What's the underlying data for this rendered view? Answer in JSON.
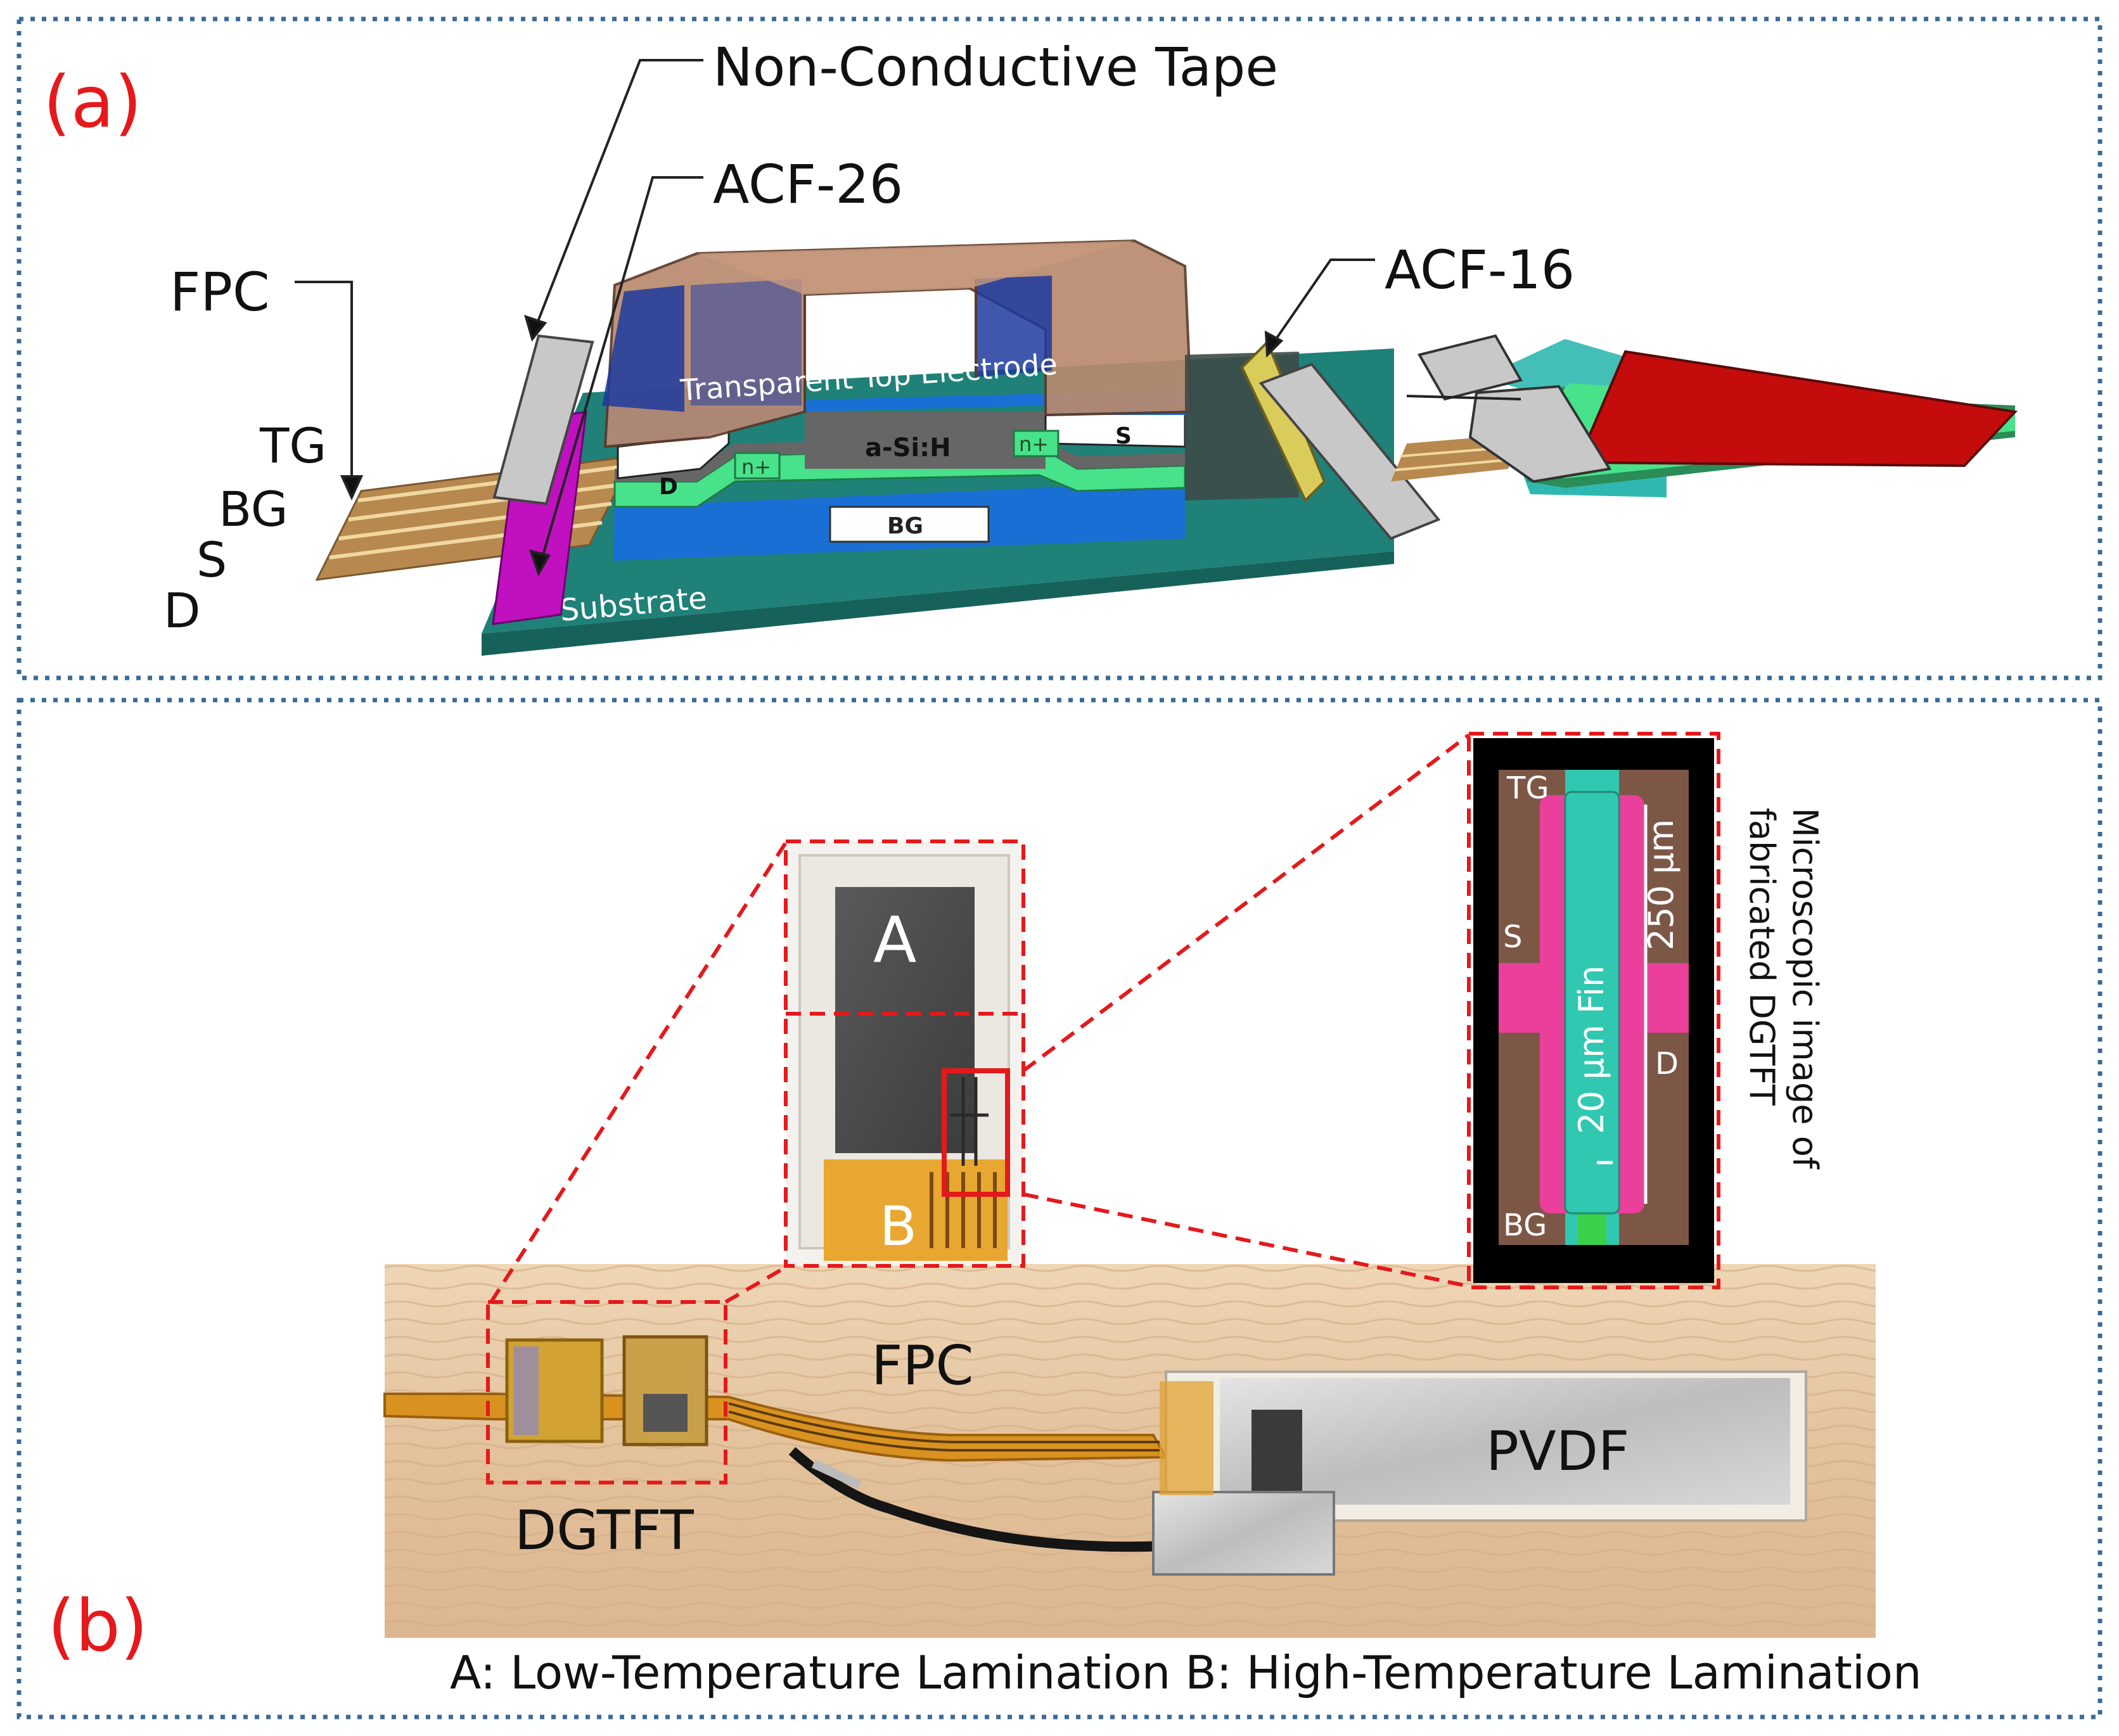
{
  "panel_a": {
    "label": "(a)",
    "callouts": {
      "non_conductive_tape": "Non-Conductive Tape",
      "acf26": "ACF-26",
      "acf16": "ACF-16",
      "fpc": "FPC",
      "tg": "TG",
      "bg": "BG",
      "s": "S",
      "d": "D"
    },
    "device": {
      "top_electrode": "Transparent Top Electrode",
      "channel": "a-Si:H",
      "source": "S",
      "drain": "D",
      "n_plus_left": "n+",
      "n_plus_right": "n+",
      "bottom_gate": "BG",
      "substrate": "Substrate"
    },
    "colors": {
      "substrate": "#1f8178",
      "electrode": "#b98a6e",
      "blue": "#1a6fd4",
      "dark_blue": "#1d3a9e",
      "green": "#48e28a",
      "pvdf_red": "#c40c0c",
      "fpc_gold": "#b7894e",
      "acf": "#d9cc5a",
      "tape": "#c8c8c8",
      "magenta": "#c010c0"
    }
  },
  "panel_b": {
    "label": "(b)",
    "photo_labels": {
      "fpc": "FPC",
      "pvdf": "PVDF",
      "dgtft": "DGTFT",
      "a": "A",
      "b": "B"
    },
    "micro": {
      "tg": "TG",
      "s": "S",
      "d": "D",
      "bg": "BG",
      "length": "250 µm",
      "fin": "20 µm Fin",
      "caption_line1": "Microscopic image of",
      "caption_line2": "fabricated DGTFT"
    },
    "caption": "A: Low-Temperature Lamination B: High-Temperature Lamination",
    "colors": {
      "wood": "#e6c9a4",
      "micro_pink": "#ea3f9a",
      "micro_cyan": "#30c8b0",
      "micro_brown": "#7d5746",
      "frame_dots": "#3a6a96",
      "zoom_red": "#e5191c"
    }
  }
}
